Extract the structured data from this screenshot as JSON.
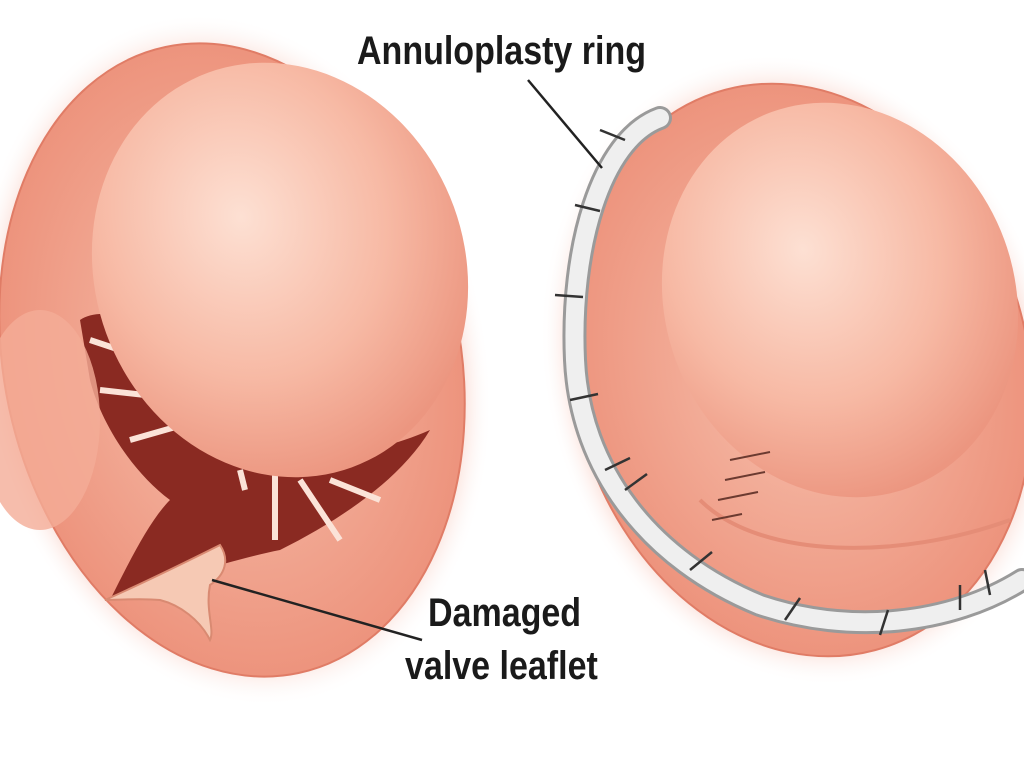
{
  "labels": {
    "ring": "Annuloplasty ring",
    "damaged_line1": "Damaged",
    "damaged_line2": "valve leaflet"
  },
  "colors": {
    "tissue": "#f4a58f",
    "tissue_light": "#fbd0c0",
    "glow": "#f7b6a4",
    "opening": "#8a2a22",
    "ring": "#e6e6e6"
  }
}
